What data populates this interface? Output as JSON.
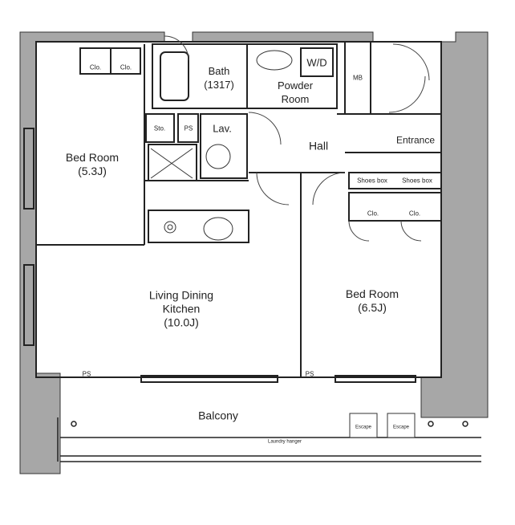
{
  "rooms": {
    "bed_room_1": {
      "name": "Bed Room",
      "size": "(5.3J)"
    },
    "ldk": {
      "name_line1": "Living Dining",
      "name_line2": "Kitchen",
      "size": "(10.0J)"
    },
    "bed_room_2": {
      "name": "Bed Room",
      "size": "(6.5J)"
    },
    "bath": {
      "name": "Bath",
      "size": "(1317)"
    },
    "powder_room": {
      "line1": "Powder",
      "line2": "Room"
    },
    "wd": "W/D",
    "lav": "Lav.",
    "hall": "Hall",
    "entrance": "Entrance",
    "mb": "MB",
    "balcony": "Balcony"
  },
  "fixtures": {
    "closet": "Clo.",
    "storage": "Sto.",
    "ps": "PS",
    "shoes_box": "Shoes box",
    "laundry_hanger": "Laundry hanger",
    "escape_hatch": "Escape"
  },
  "colors": {
    "wall": "#a7a7a7",
    "line": "#222222"
  }
}
